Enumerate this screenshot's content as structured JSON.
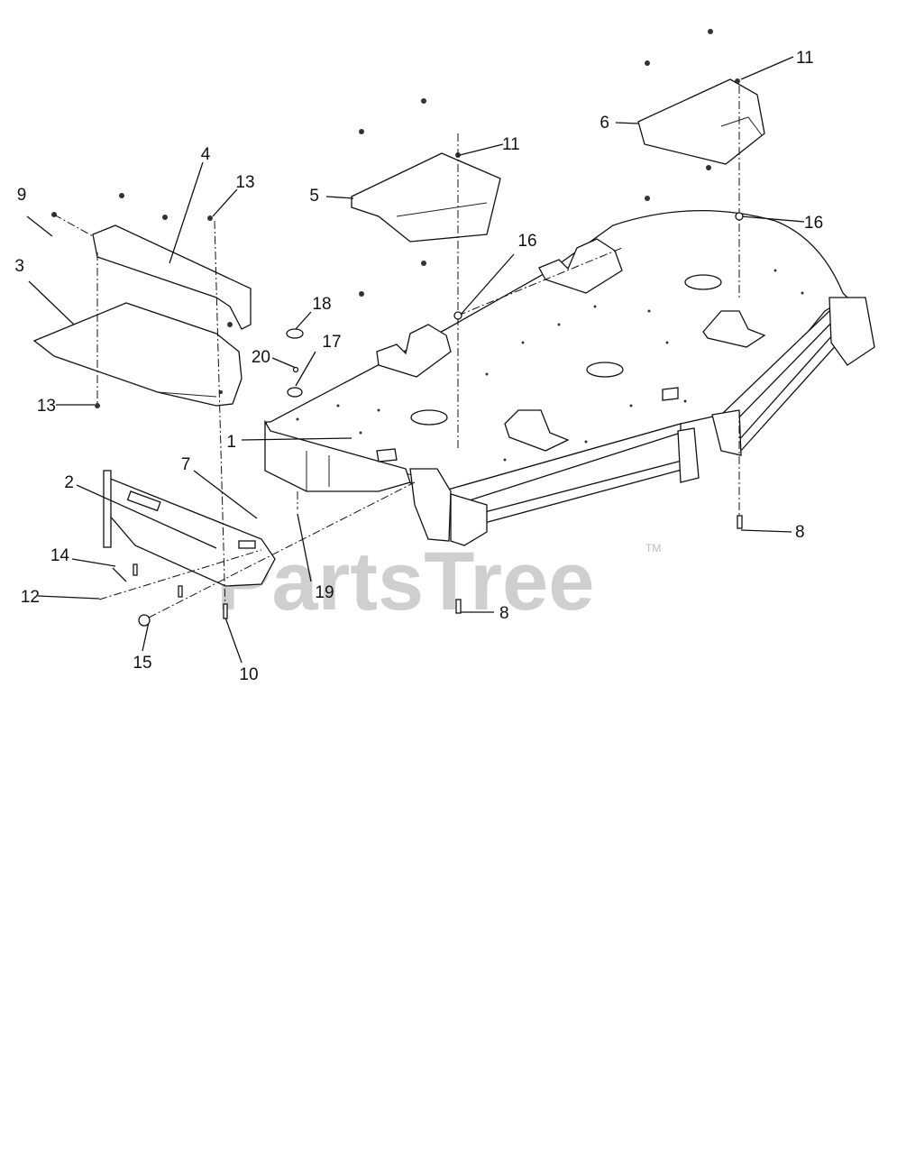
{
  "diagram": {
    "callouts": [
      {
        "id": "c1",
        "label": "1"
      },
      {
        "id": "c2",
        "label": "2"
      },
      {
        "id": "c3",
        "label": "3"
      },
      {
        "id": "c4",
        "label": "4"
      },
      {
        "id": "c5",
        "label": "5"
      },
      {
        "id": "c6",
        "label": "6"
      },
      {
        "id": "c7",
        "label": "7"
      },
      {
        "id": "c8a",
        "label": "8"
      },
      {
        "id": "c8b",
        "label": "8"
      },
      {
        "id": "c9",
        "label": "9"
      },
      {
        "id": "c10",
        "label": "10"
      },
      {
        "id": "c11a",
        "label": "11"
      },
      {
        "id": "c11b",
        "label": "11"
      },
      {
        "id": "c12",
        "label": "12"
      },
      {
        "id": "c13a",
        "label": "13"
      },
      {
        "id": "c13b",
        "label": "13"
      },
      {
        "id": "c14",
        "label": "14"
      },
      {
        "id": "c15",
        "label": "15"
      },
      {
        "id": "c16a",
        "label": "16"
      },
      {
        "id": "c16b",
        "label": "16"
      },
      {
        "id": "c17",
        "label": "17"
      },
      {
        "id": "c18",
        "label": "18"
      },
      {
        "id": "c19",
        "label": "19"
      },
      {
        "id": "c20",
        "label": "20"
      }
    ]
  },
  "watermark": {
    "brand": "PartsTree",
    "tm": "TM"
  }
}
